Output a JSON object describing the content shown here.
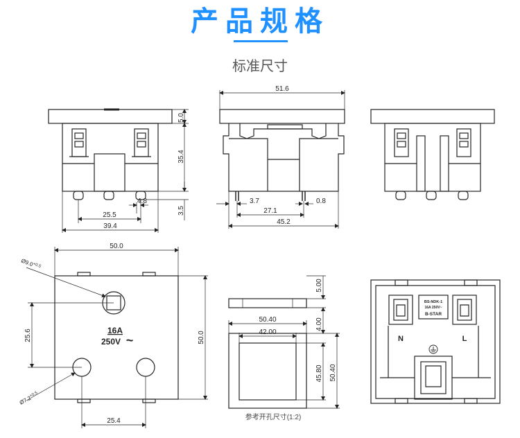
{
  "header": {
    "title": "产品规格",
    "subtitle": "标准尺寸",
    "accent_color": "#1e90ff"
  },
  "front_view": {
    "dim_height_top": "5.0",
    "dim_height_body": "35.4",
    "dim_pin_width": "4.8",
    "dim_pin_length": "3.5",
    "dim_pin_spacing": "25.5",
    "dim_total_width": "39.4"
  },
  "side_view": {
    "dim_top_width": "51.6",
    "dim_left_offset": "3.7",
    "dim_pin_thickness": "0.8",
    "dim_pin_spacing": "27.1",
    "dim_body_width": "45.2"
  },
  "top_view": {
    "dim_width": "50.0",
    "dim_height": "50.0",
    "dim_hole_large": "Ø9.0",
    "dim_hole_large_tol": "+0.5",
    "dim_hole_small": "Ø7.2",
    "dim_hole_small_tol": "+0.5",
    "dim_vertical_spacing": "25.6",
    "dim_horizontal_spacing": "25.4",
    "rating_current": "16A",
    "rating_voltage": "250V",
    "rating_symbol": "~"
  },
  "cutout_view": {
    "dim_frame_thickness": "5.00",
    "dim_step": "4.00",
    "dim_outer_width": "50.40",
    "dim_inner_width": "42.00",
    "dim_inner_height": "45.80",
    "dim_outer_height": "50.40",
    "caption": "参考开孔尺寸(1:2)"
  },
  "rear_view": {
    "label_model": "BS-NDK-1",
    "label_rating": "16A 250V~",
    "label_brand": "B-STAR",
    "terminal_neutral": "N",
    "terminal_live": "L"
  }
}
